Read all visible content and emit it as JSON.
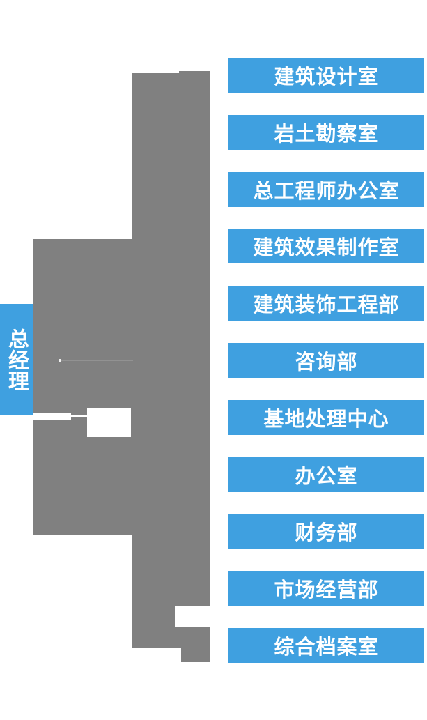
{
  "diagram": {
    "type": "org-chart",
    "root": {
      "label": "总经理"
    },
    "departments": [
      {
        "label": "建筑设计室"
      },
      {
        "label": "岩土勘察室"
      },
      {
        "label": "总工程师办公室"
      },
      {
        "label": "建筑效果制作室"
      },
      {
        "label": "建筑装饰工程部"
      },
      {
        "label": "咨询部"
      },
      {
        "label": "基地处理中心"
      },
      {
        "label": "办公室"
      },
      {
        "label": "财务部"
      },
      {
        "label": "市场经营部"
      },
      {
        "label": "综合档案室"
      }
    ],
    "colors": {
      "box_blue": "#3fa0e0",
      "connector_gray": "#808080",
      "text_white": "#ffffff",
      "background": "#ffffff"
    }
  }
}
